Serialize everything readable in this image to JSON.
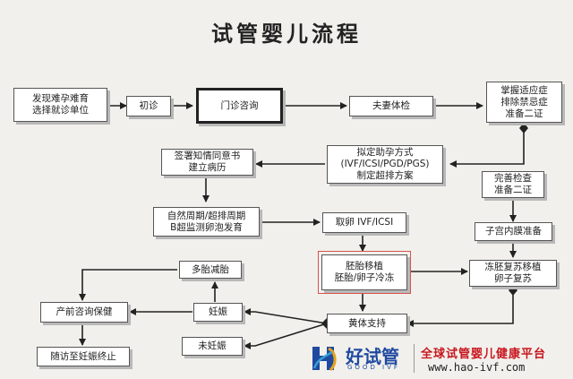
{
  "title": "试管婴儿流程",
  "nodes": {
    "discover": "发现难孕难育\n选择就诊单位",
    "first_visit": "初诊",
    "outpatient": "门诊咨询",
    "couple_exam": "夫妻体检",
    "indications": "掌握适应症\n排除禁忌症\n准备二证",
    "plan": "拟定助孕方式\n(IVF/ICSI/PGD/PGS)\n制定超排方案",
    "consent": "签署知情同意书\n建立病历",
    "complete_exam": "完善检查\n准备二证",
    "cycle": "自然周期/超排周期\nB超监测卵泡发育",
    "retrieval": "取卵 IVF/ICSI",
    "endometrium": "子宫内膜准备",
    "transfer": "胚胎移植\n胚胎/卵子冷冻",
    "thaw_transfer": "冻胚复苏移植\n卵子复苏",
    "reduction": "多胎减胎",
    "pregnant": "妊娠",
    "prenatal": "产前咨询保健",
    "luteal": "黄体支持",
    "not_pregnant": "未妊娠",
    "followup": "随访至妊娠终止"
  },
  "brand": {
    "name": "好试管",
    "sub": "GOOD IVF",
    "site_name": "全球试管婴儿健康平台",
    "site_url": "www.hao-ivf.com"
  },
  "colors": {
    "line": "#222222",
    "highlight": "#d9534f",
    "brand_blue": "#1f4aa0",
    "brand_red": "#c8161d"
  }
}
